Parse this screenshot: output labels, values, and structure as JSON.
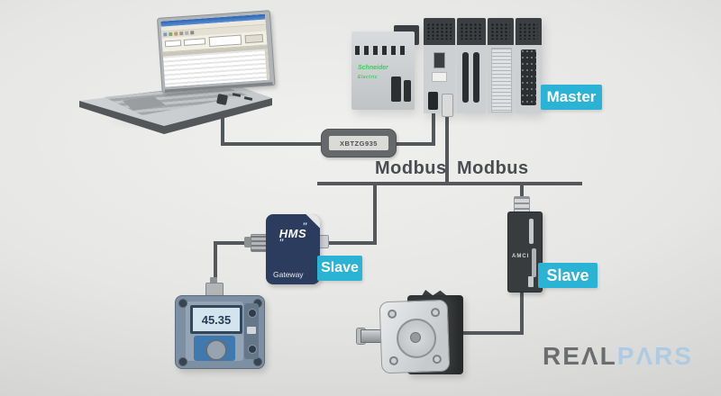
{
  "colors": {
    "accent_cyan": "#2ab3d5",
    "wire_gray": "#55585a",
    "gateway_navy": "#2c3c5e",
    "schneider_green": "#3dcd58",
    "background": "#e6e6e4"
  },
  "tags": {
    "master": "Master",
    "slave_gateway": "Slave",
    "slave_amci": "Slave"
  },
  "bus": {
    "label_left": "Modbus",
    "label_right": "Modbus"
  },
  "converter": {
    "model": "XBTZG935"
  },
  "plc": {
    "brand_line1": "Schneider",
    "brand_line2": "Electric"
  },
  "gateway": {
    "brand": "HMS",
    "marks": "’’",
    "label": "Gateway"
  },
  "amci": {
    "brand": "AMCI"
  },
  "flow_meter": {
    "display": "45.35"
  },
  "watermark": {
    "left": "REΛL",
    "right": "PΛRS"
  }
}
